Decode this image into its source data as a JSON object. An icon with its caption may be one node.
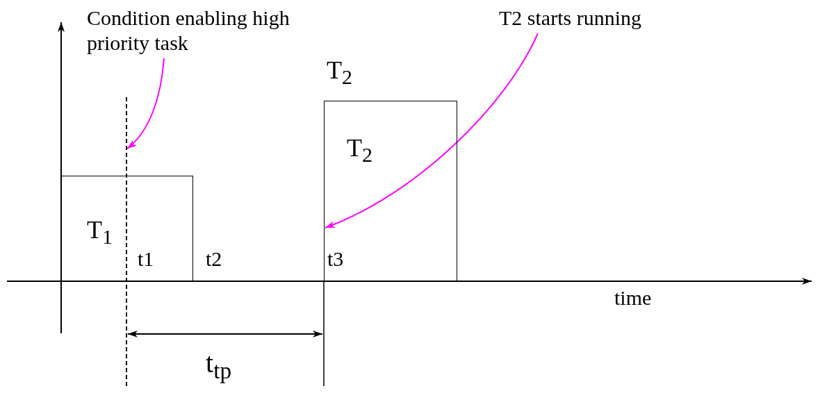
{
  "diagram": {
    "nodes": [
      {
        "text": [
          "T$_{1}$"
        ]
      },
      {
        "text": [
          "T$_{2}$"
        ],
        "beside": [
          "T$_{2}$"
        ]
      },
      {
        "text": [
          "Condition enabling high priority task"
        ]
      },
      {
        "text": [],
        "shape": "line"
      },
      {
        "text": [
          "T2 starts running"
        ]
      }
    ],
    "edges": [
      {
        "from": 2,
        "to": 3,
        "arrow": "to"
      },
      {
        "from": 4,
        "to": 1,
        "arrow": "to"
      }
    ],
    "labels": [
      "t1",
      "t2",
      "t3",
      "time",
      "t$_{tp}$"
    ]
  }
}
